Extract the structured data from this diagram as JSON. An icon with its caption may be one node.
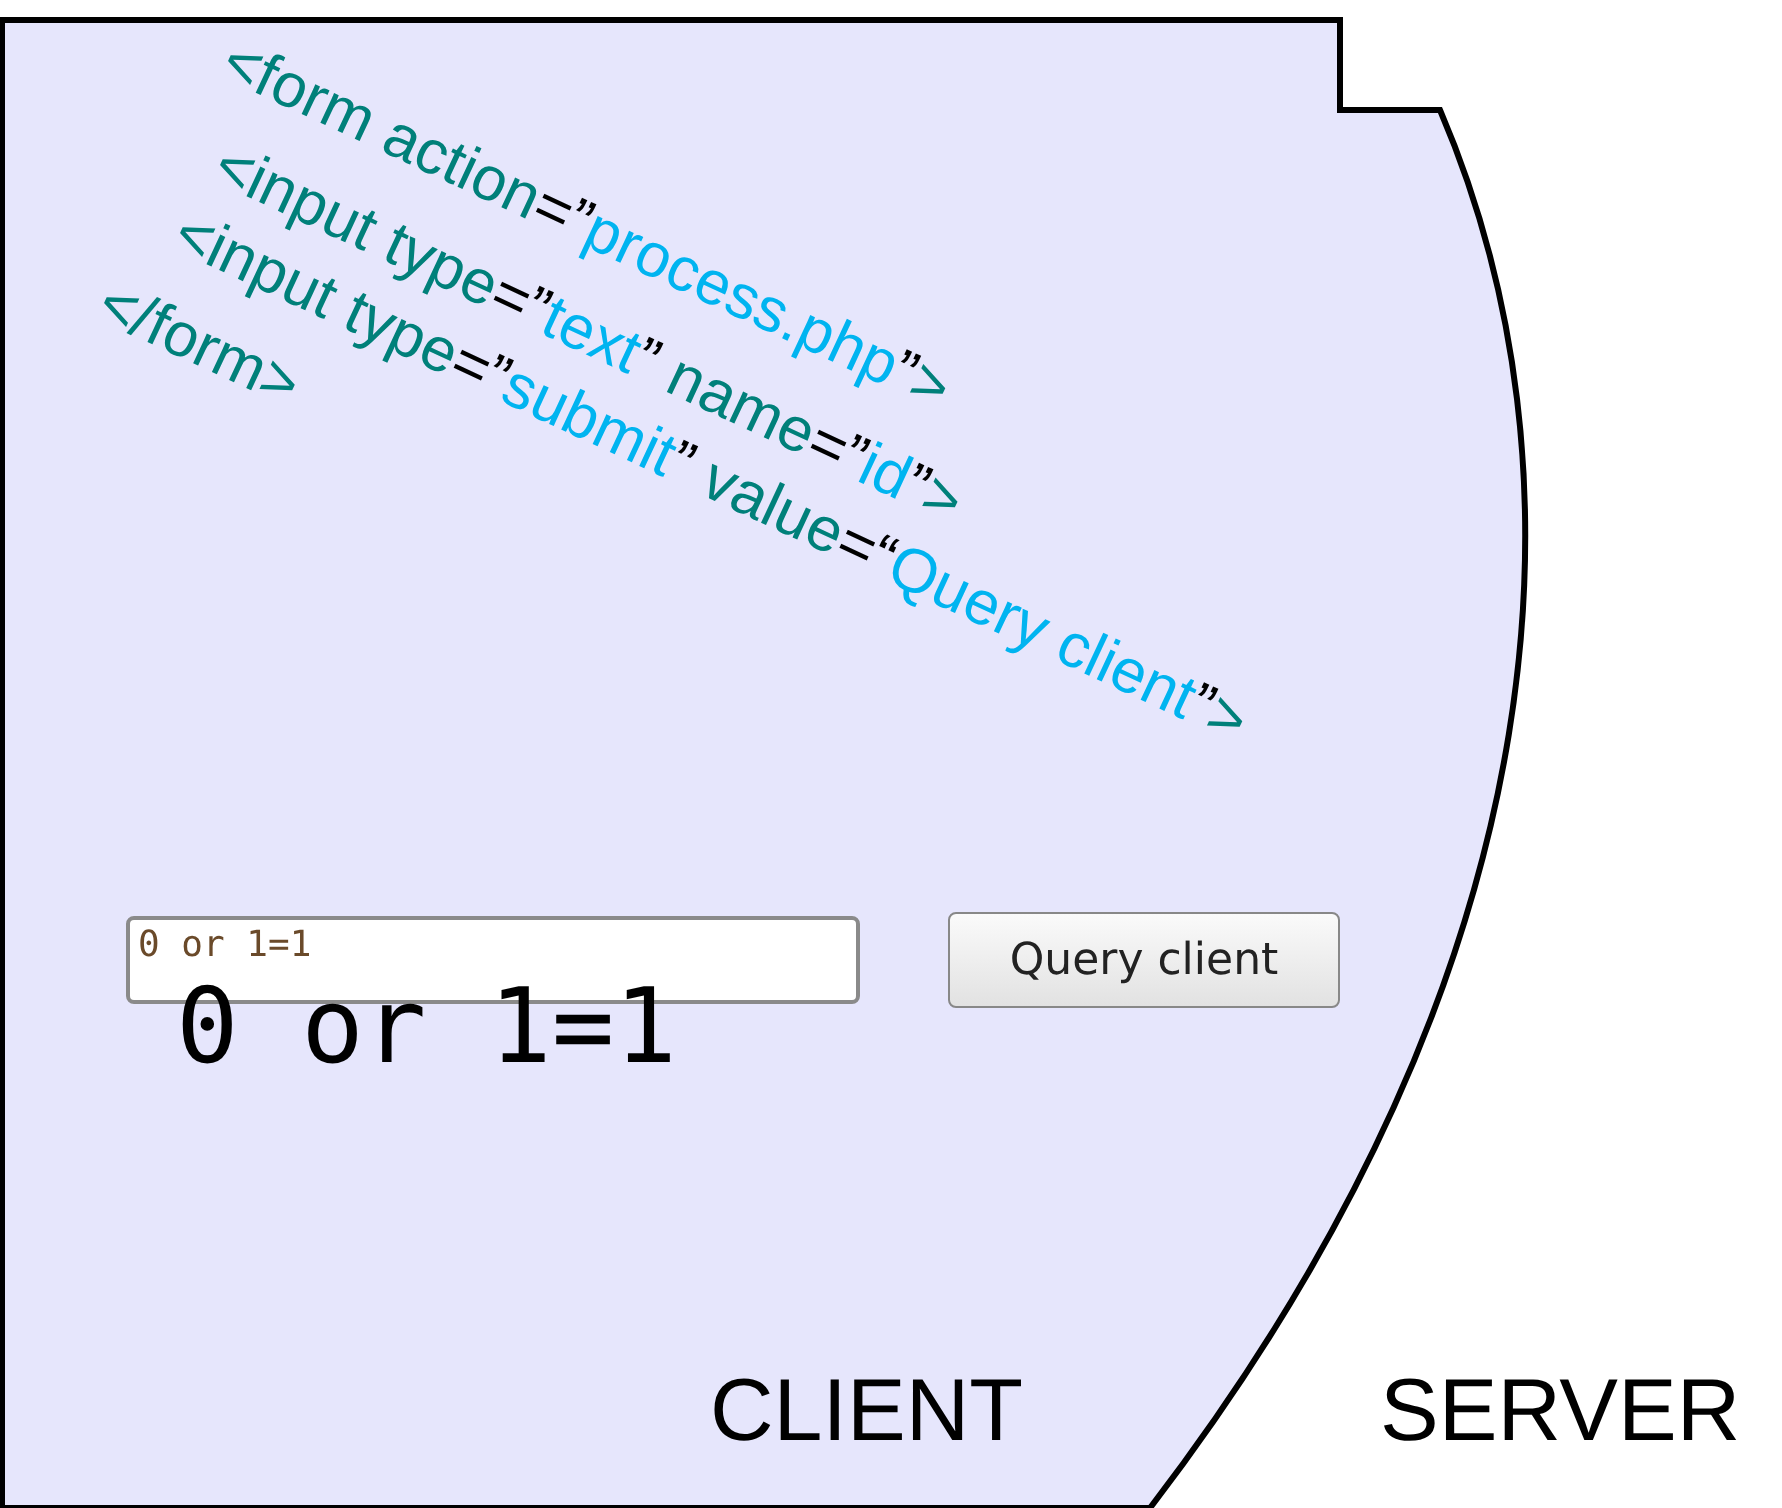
{
  "diagram": {
    "nodes": [
      {
        "text": [
          "CLIENT"
        ]
      }
    ],
    "labels": [
      "<form action=”process.php”>",
      "<input type=”text” name=”id”>",
      "<input type=”submit” value=“Query client”>",
      "</form>",
      "0 or 1=1",
      "Query client",
      "0 or 1=1",
      "SERVER"
    ]
  }
}
